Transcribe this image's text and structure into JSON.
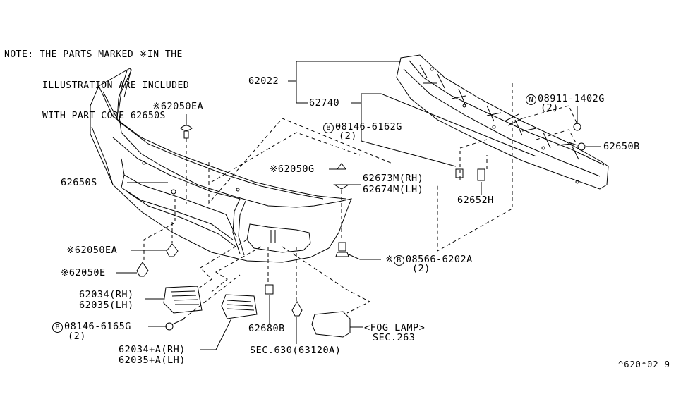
{
  "note": {
    "line1": "NOTE: THE PARTS MARKED ※IN THE",
    "line2": "ILLUSTRATION ARE INCLUDED",
    "line3": "WITH PART CODE 62650S"
  },
  "labels": {
    "reinforcement_assy": "62022",
    "reinforcement": "62740",
    "bolt_upper_prefix": "B",
    "bolt_upper": "08146-6162G",
    "bolt_upper_qty": "(2)",
    "nut_prefix": "N",
    "nut": "08911-1402G",
    "nut_qty": "(2)",
    "clip_b": "62650B",
    "clip_ea_top_mark": "※",
    "clip_ea_top": "62050EA",
    "bumper_fascia": "62650S",
    "clip_g_mark": "※",
    "clip_g": "62050G",
    "bracket_rh": "62673M(RH)",
    "bracket_lh": "62674M(LH)",
    "retainer": "62652H",
    "clip_ea_low_mark": "※",
    "clip_ea_low": "62050EA",
    "clip_e_mark": "※",
    "clip_e": "62050E",
    "bolt_side_mark": "※",
    "bolt_side_prefix": "B",
    "bolt_side": "08566-6202A",
    "bolt_side_qty": "(2)",
    "grille_rh": "62034(RH)",
    "grille_lh": "62035(LH)",
    "screw_prefix": "B",
    "screw": "08146-6165G",
    "screw_qty": "(2)",
    "grille_a_rh": "62034+A(RH)",
    "grille_a_lh": "62035+A(LH)",
    "nut_clip": "62680B",
    "sec630": "SEC.630(63120A)",
    "fog_lamp": "<FOG LAMP>",
    "sec263": "SEC.263",
    "diagram_ref": "^620*02 9"
  }
}
